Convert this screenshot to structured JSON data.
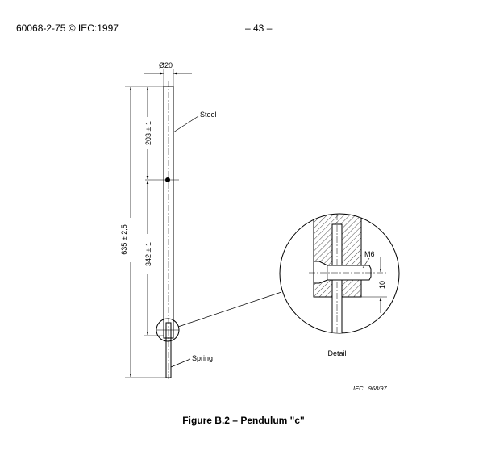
{
  "header": {
    "doc_ref": "60068-2-75 © IEC:1997",
    "page_number": "– 43 –"
  },
  "figure": {
    "diameter_label": "Ø20",
    "overall_length": "635 ± 2,5",
    "upper_length": "203 ± 1",
    "lower_length": "342 ± 1",
    "material_label": "Steel",
    "spring_label": "Spring",
    "thread_label": "M6",
    "detail_dimension": "10",
    "detail_label": "Detail",
    "figure_ref": "IEC   968/97",
    "caption": "Figure B.2 – Pendulum \"c\""
  }
}
